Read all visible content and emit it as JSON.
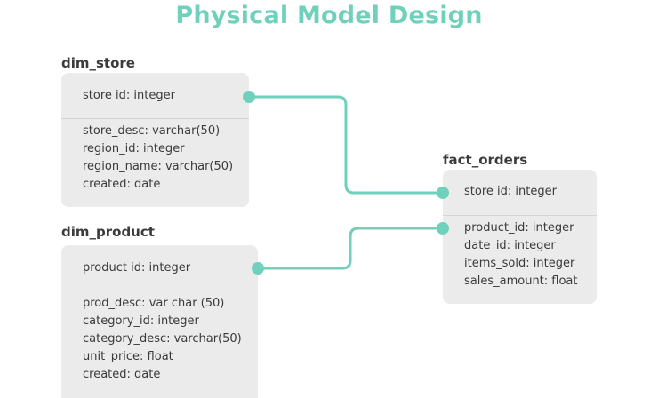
{
  "title": "Physical Model Design",
  "colors": {
    "accent": "#6fd0bc",
    "box": "#ebebeb",
    "text": "#3a3a3a"
  },
  "tables": {
    "dim_store": {
      "name": "dim_store",
      "key": "store id: integer",
      "fields": [
        "store_desc: varchar(50)",
        "region_id: integer",
        "region_name: varchar(50)",
        "created: date"
      ]
    },
    "dim_product": {
      "name": "dim_product",
      "key": "product id: integer",
      "fields": [
        "prod_desc: var char (50)",
        "category_id: integer",
        "category_desc: varchar(50)",
        "unit_price: float",
        "created: date"
      ]
    },
    "fact_orders": {
      "name": "fact_orders",
      "key": "store id: integer",
      "fields": [
        "product_id: integer",
        "date_id: integer",
        "items_sold: integer",
        "sales_amount: float"
      ]
    }
  }
}
